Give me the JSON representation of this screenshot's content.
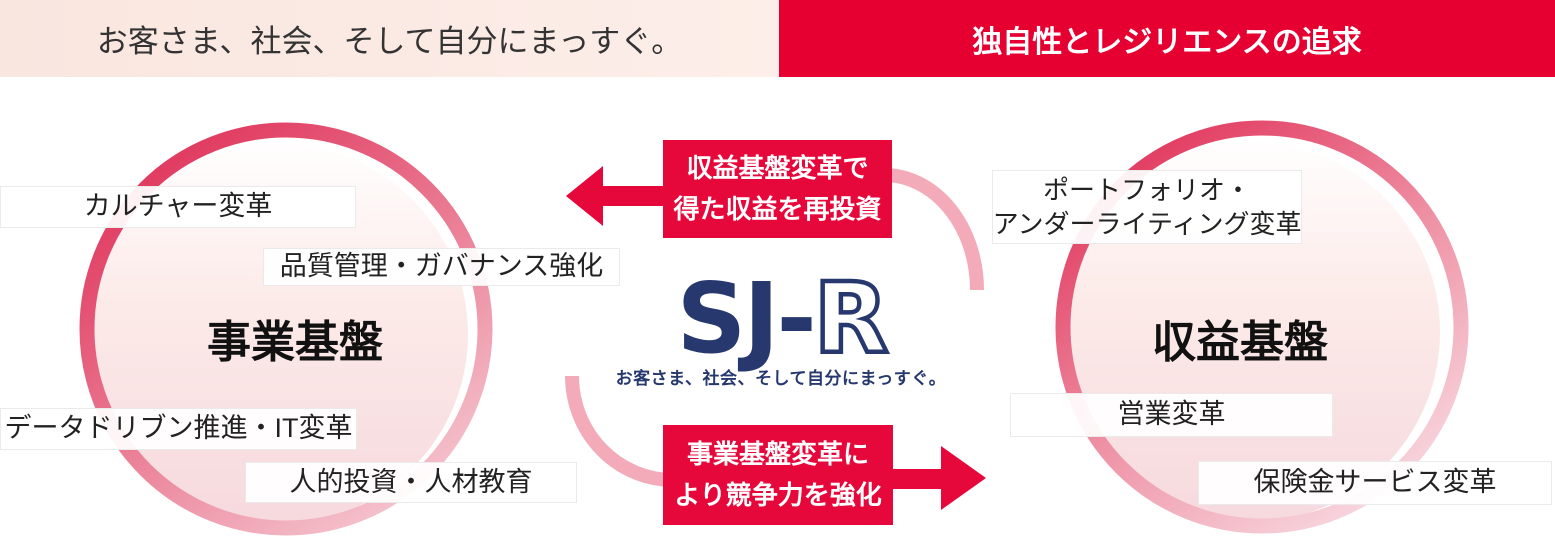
{
  "banner": {
    "left": {
      "text": "お客さま、社会、そして自分にまっすぐ。"
    },
    "right": {
      "text": "独自性とレジリエンスの追求"
    }
  },
  "left_circle": {
    "title": "事業基盤",
    "labels": [
      "カルチャー変革",
      "品質管理・ガバナンス強化",
      "データドリブン推進・IT変革",
      "人的投資・人材教育"
    ]
  },
  "right_circle": {
    "title": "収益基盤",
    "labels": {
      "portfolio_line1": "ポートフォリオ・",
      "portfolio_line2": "アンダーライティング変革",
      "sales": "営業変革",
      "claims": "保険金サービス変革"
    }
  },
  "center": {
    "logo_solid": "SJ-",
    "logo_outline": "R",
    "tagline": "お客さま、社会、そして自分にまっすぐ。"
  },
  "flows": {
    "top": {
      "line1": "収益基盤変革で",
      "line2": "得た収益を再投資",
      "direction": "left"
    },
    "bottom": {
      "line1": "事業基盤変革に",
      "line2": "より競争力を強化",
      "direction": "right"
    }
  },
  "colors": {
    "banner_red": "#e60032",
    "banner_pink": "#fbe9e2",
    "flow_red": "#e6083a",
    "ring_crimson": "#e03158",
    "ring_light_pink": "#f8dde3",
    "cycle_arc_pink": "#f3abba",
    "logo_navy": "#26386e"
  }
}
